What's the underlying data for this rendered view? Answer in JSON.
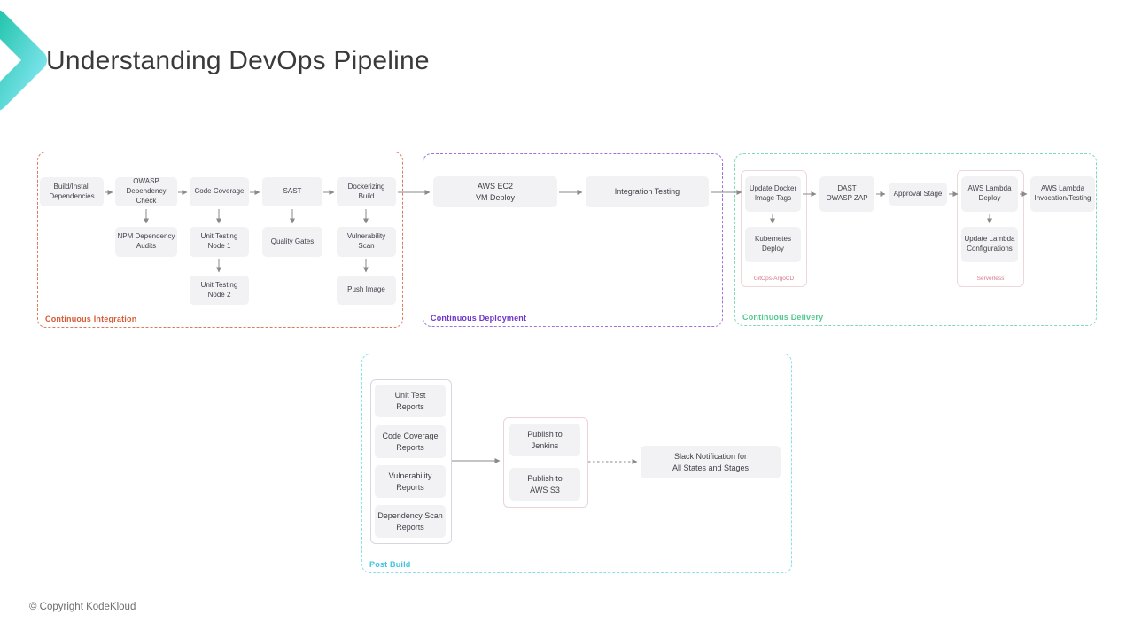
{
  "header": {
    "title": "Understanding DevOps Pipeline"
  },
  "footer": {
    "copyright": "© Copyright KodeKloud"
  },
  "colors": {
    "ci_accent": "#d85a33",
    "cd_accent": "#6c35c8",
    "cdel_accent": "#53c893",
    "post_accent": "#3fc4de",
    "node_bg": "#f2f1f4",
    "arrow": "#8a8a8a",
    "logo_teal": "#25c5ae",
    "logo_cyan": "#83e6f1"
  },
  "sections": {
    "ci": {
      "label": "Continuous Integration",
      "nodes": {
        "build_install": "Build/Install\nDependencies",
        "owasp": "OWASP\nDependency Check",
        "code_coverage": "Code Coverage",
        "sast": "SAST",
        "dockerizing": "Dockerizing\nBuild",
        "npm_audits": "NPM Dependency\nAudits",
        "unit_testing_1": "Unit Testing\nNode 1",
        "quality_gates": "Quality Gates",
        "vulnerability_scan": "Vulnerability Scan",
        "unit_testing_2": "Unit Testing\nNode 2",
        "push_image": "Push Image"
      }
    },
    "cd": {
      "label": "Continuous Deployment",
      "nodes": {
        "aws_ec2": "AWS EC2\nVM Deploy",
        "integration_testing": "Integration Testing"
      }
    },
    "cdel": {
      "label": "Continuous Delivery",
      "gitops_label": "GitOps-ArgoCD",
      "serverless_label": "Serverless",
      "nodes": {
        "update_docker": "Update Docker\nImage Tags",
        "kubernetes_deploy": "Kubernetes\nDeploy",
        "dast": "DAST\nOWASP ZAP",
        "approval_stage": "Approval Stage",
        "aws_lambda_deploy": "AWS Lambda\nDeploy",
        "update_lambda": "Update Lambda\nConfigurations",
        "aws_lambda_invocation": "AWS Lambda\nInvocation/Testing"
      }
    },
    "post_build": {
      "label": "Post Build",
      "nodes": {
        "unit_test_reports": "Unit Test\nReports",
        "code_coverage_reports": "Code Coverage\nReports",
        "vulnerability_reports": "Vulnerability\nReports",
        "dependency_scan_reports": "Dependency Scan\nReports",
        "publish_jenkins": "Publish to\nJenkins",
        "publish_s3": "Publish to\nAWS S3",
        "slack_notification": "Slack Notification for\nAll States and Stages"
      }
    }
  }
}
